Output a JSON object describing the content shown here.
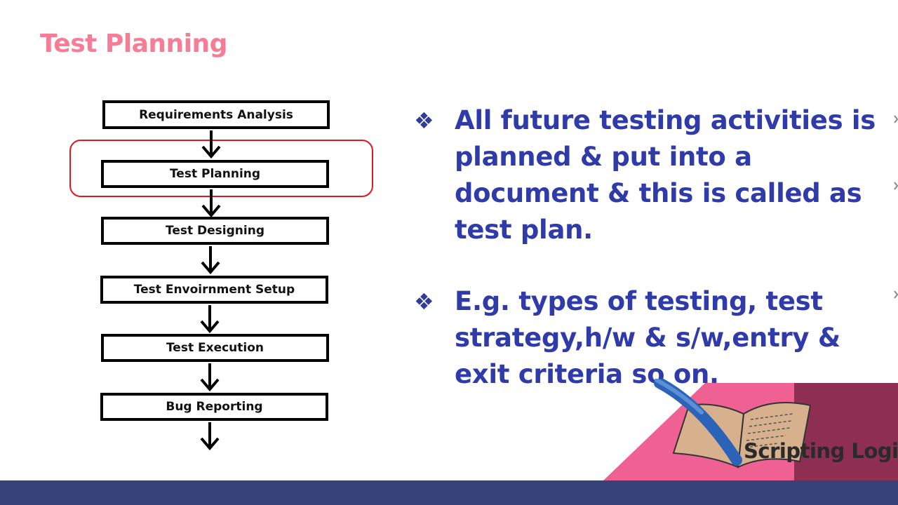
{
  "slide": {
    "title": "Test Planning"
  },
  "flowchart": {
    "steps": [
      "Requirements Analysis",
      "Test Planning",
      "Test Designing",
      "Test Envoirnment Setup",
      "Test Execution",
      "Bug Reporting"
    ],
    "highlighted_step": "Test Planning",
    "highlight_color": "#e4151c"
  },
  "bullets": [
    {
      "icon": "diamond-bullet-icon",
      "text": "All future testing activities is planned & put into a document & this is called as test plan."
    },
    {
      "icon": "diamond-bullet-icon",
      "text": "E.g. types of testing, test strategy,h/w & s/w,entry & exit criteria so on."
    }
  ],
  "logo": {
    "brand": "Scripting Logic",
    "icon": "book-quill-icon"
  },
  "colors": {
    "title": "#f77d97",
    "bullet_text": "#2f3ba9",
    "footer": "#37427a",
    "logo_pink": "#ee6192",
    "logo_maroon": "#8e2f52"
  }
}
